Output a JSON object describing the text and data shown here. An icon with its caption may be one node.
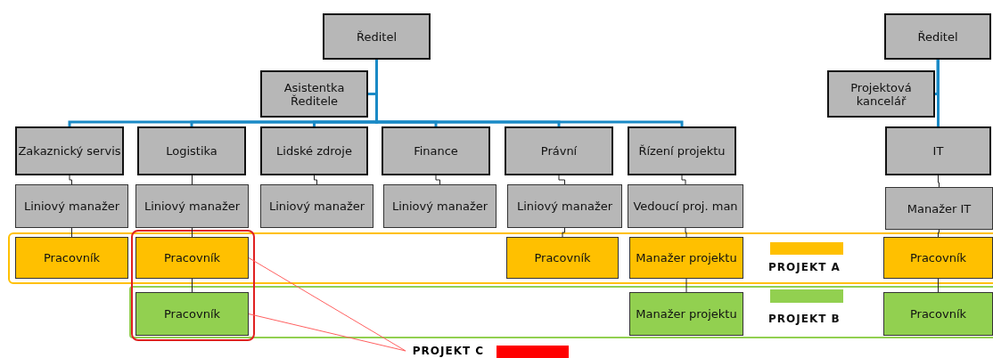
{
  "diagram": {
    "nodes": [
      {
        "text": [
          "Ředitel"
        ]
      },
      {
        "text": [
          "Asistentka Ředitele"
        ]
      },
      {
        "text": [
          "Zakaznický servis"
        ]
      },
      {
        "text": [
          "Logistika"
        ]
      },
      {
        "text": [
          "Lidské zdroje"
        ]
      },
      {
        "text": [
          "Finance"
        ]
      },
      {
        "text": [
          "Právní"
        ]
      },
      {
        "text": [
          "Řízení projektu"
        ]
      },
      {
        "text": [
          "Ředitel"
        ]
      },
      {
        "text": [
          "Projektová kancelář"
        ]
      },
      {
        "text": [
          "IT"
        ]
      },
      {
        "text": [
          "Liniový manažer"
        ]
      },
      {
        "text": [
          "Liniový manažer"
        ]
      },
      {
        "text": [
          "Liniový manažer"
        ]
      },
      {
        "text": [
          "Liniový manažer"
        ]
      },
      {
        "text": [
          "Liniový manažer"
        ]
      },
      {
        "text": [
          "Vedoucí proj. man"
        ]
      },
      {
        "text": [
          "Manažer IT"
        ]
      },
      {
        "text": [
          "Pracovník"
        ]
      },
      {
        "text": [
          "Pracovník"
        ]
      },
      {
        "text": [
          "Pracovník"
        ]
      },
      {
        "text": [
          "Manažer projektu"
        ]
      },
      {
        "text": [
          "Pracovník"
        ]
      },
      {
        "text": [
          "Pracovník"
        ]
      },
      {
        "text": [
          "Manažer projektu"
        ]
      },
      {
        "text": [
          "Pracovník"
        ]
      },
      {
        "text": [
          "PROJEKT C"
        ]
      }
    ],
    "edges": [
      {
        "from": 0,
        "to": 1,
        "arrow": "none",
        "style": "thick",
        "color": "#1a8ac6"
      },
      {
        "from": 0,
        "to": 2,
        "arrow": "none",
        "style": "thick",
        "color": "#1a8ac6"
      },
      {
        "from": 0,
        "to": 3,
        "arrow": "none",
        "style": "thick",
        "color": "#1a8ac6"
      },
      {
        "from": 0,
        "to": 4,
        "arrow": "none",
        "style": "thick",
        "color": "#1a8ac6"
      },
      {
        "from": 0,
        "to": 5,
        "arrow": "none",
        "style": "thick",
        "color": "#1a8ac6"
      },
      {
        "from": 0,
        "to": 6,
        "arrow": "none",
        "style": "thick",
        "color": "#1a8ac6"
      },
      {
        "from": 0,
        "to": 7,
        "arrow": "none",
        "style": "thick",
        "color": "#1a8ac6"
      },
      {
        "from": 8,
        "to": 9,
        "arrow": "none",
        "style": "thick",
        "color": "#1a8ac6"
      },
      {
        "from": 8,
        "to": 10,
        "arrow": "none",
        "style": "thick",
        "color": "#1a8ac6"
      },
      {
        "from": 2,
        "to": 11,
        "arrow": "none"
      },
      {
        "from": 3,
        "to": 12,
        "arrow": "none"
      },
      {
        "from": 4,
        "to": 13,
        "arrow": "none"
      },
      {
        "from": 5,
        "to": 14,
        "arrow": "none"
      },
      {
        "from": 6,
        "to": 15,
        "arrow": "none"
      },
      {
        "from": 7,
        "to": 16,
        "arrow": "none"
      },
      {
        "from": 10,
        "to": 17,
        "arrow": "none"
      },
      {
        "from": 11,
        "to": 18,
        "arrow": "none"
      },
      {
        "from": 12,
        "to": 19,
        "arrow": "none"
      },
      {
        "from": 19,
        "to": 23,
        "arrow": "none"
      },
      {
        "from": 15,
        "to": 20,
        "arrow": "none"
      },
      {
        "from": 16,
        "to": 21,
        "arrow": "none"
      },
      {
        "from": 21,
        "to": 24,
        "arrow": "none"
      },
      {
        "from": 17,
        "to": 22,
        "arrow": "none"
      },
      {
        "from": 22,
        "to": 25,
        "arrow": "none"
      },
      {
        "from": 26,
        "to": 19,
        "arrow": "none",
        "color": "#ff6060"
      },
      {
        "from": 26,
        "to": 23,
        "arrow": "none",
        "color": "#ff6060"
      }
    ],
    "legend": [
      {
        "text": "PROJEKT A",
        "color": "#ffc000"
      },
      {
        "text": "PROJEKT B",
        "color": "#92d050"
      }
    ]
  }
}
